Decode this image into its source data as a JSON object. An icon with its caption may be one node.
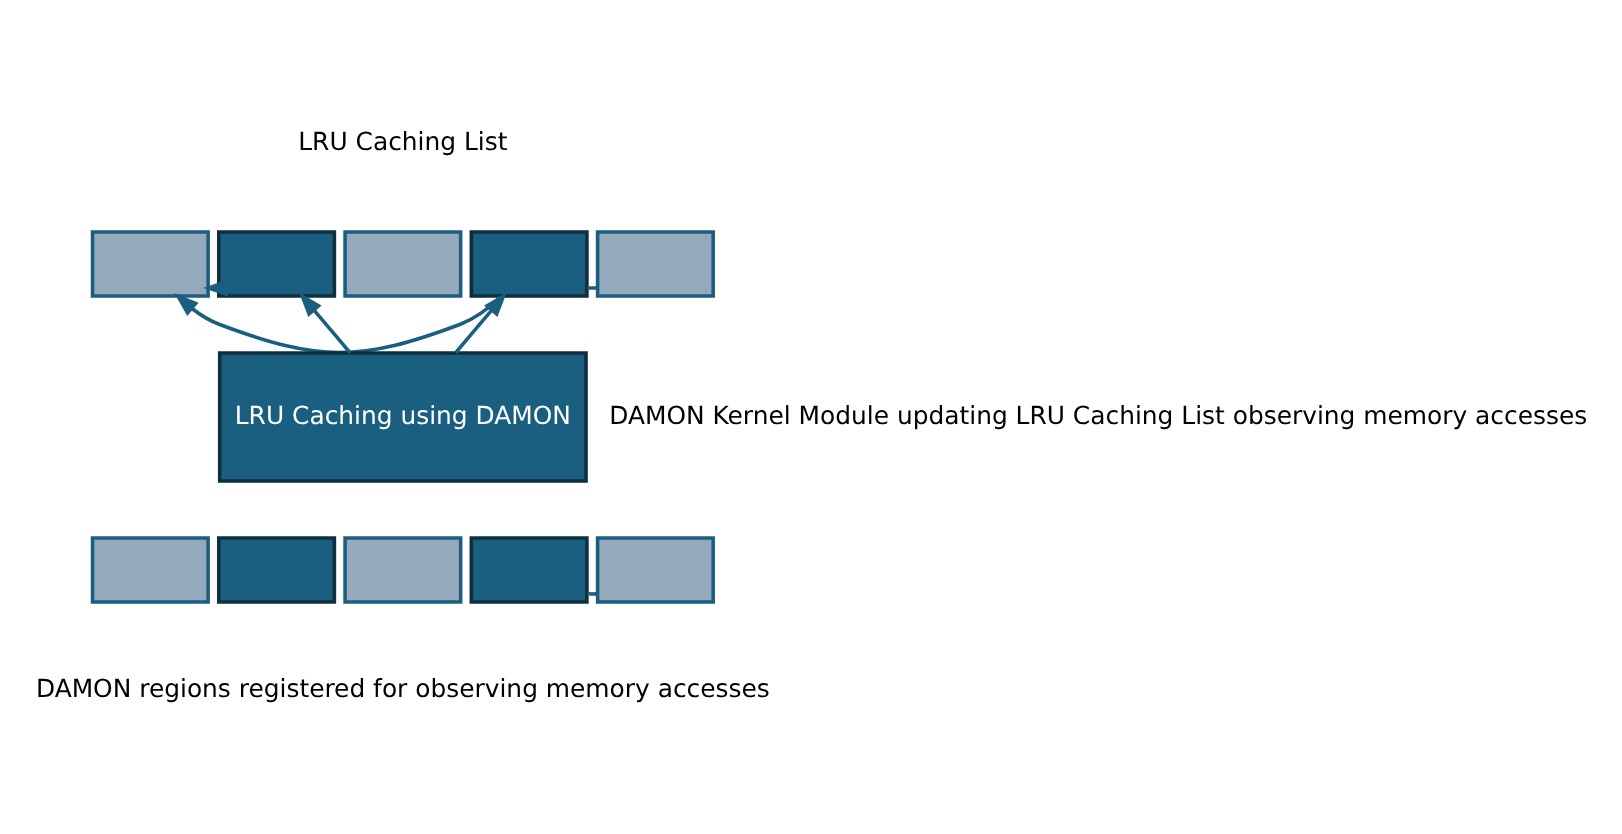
{
  "diagram": {
    "nodes": [
      {
        "text": [],
        "shape": "box"
      },
      {
        "text": [],
        "shape": "box"
      },
      {
        "text": [],
        "shape": "box"
      },
      {
        "text": [],
        "shape": "box"
      },
      {
        "text": [],
        "shape": "box"
      },
      {
        "text": [
          "LRU Caching using DAMON"
        ]
      },
      {
        "text": [],
        "shape": "box"
      },
      {
        "text": [],
        "shape": "box"
      },
      {
        "text": [],
        "shape": "box"
      },
      {
        "text": [],
        "shape": "box"
      },
      {
        "text": [],
        "shape": "box"
      }
    ],
    "edges": [
      {
        "from": 1,
        "to": 0,
        "arrow": "to"
      },
      {
        "from": 3,
        "to": 0,
        "arrow": "to"
      },
      {
        "from": 5,
        "to": 1,
        "arrow": "to"
      },
      {
        "from": 5,
        "to": 3,
        "arrow": "to"
      },
      {
        "from": 3,
        "to": 4,
        "arrow": "none",
        "style": "dashed"
      },
      {
        "from": 9,
        "to": 10,
        "arrow": "none",
        "style": "dashed"
      }
    ],
    "labels": [
      "LRU Caching List",
      "DAMON Kernel Module updating LRU Caching List observing memory accesses",
      "DAMON regions registered for observing memory accesses"
    ]
  }
}
